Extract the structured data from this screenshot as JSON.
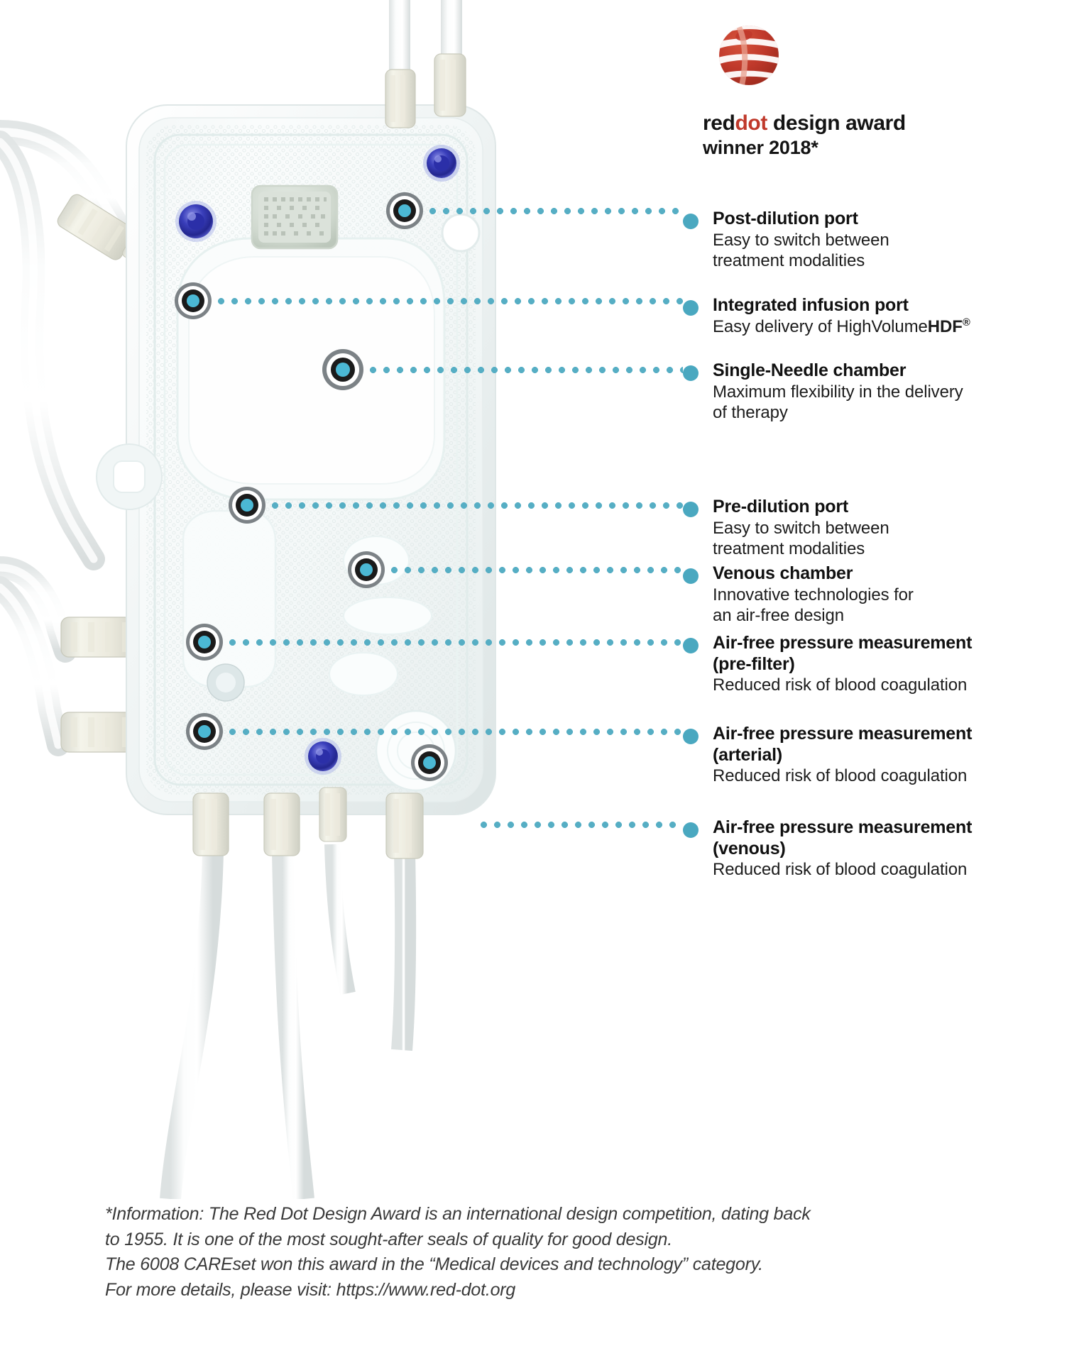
{
  "award": {
    "logo_icon": "reddot-sphere-logo",
    "title_red_prefix": "red",
    "title_red_accent": "dot",
    "title_rest": " design award",
    "subtitle": "winner 2018*",
    "accent_color": "#c0392b"
  },
  "callouts": [
    {
      "id": "post-dilution-port",
      "title": "Post-dilution port",
      "desc_lines": [
        "Easy to switch between",
        "treatment modalities"
      ]
    },
    {
      "id": "integrated-infusion-port",
      "title": "Integrated infusion port",
      "desc_lines": [
        "Easy delivery of HighVolumeHDF®"
      ],
      "desc_bold_segment": "HDF",
      "desc_superscript": "®"
    },
    {
      "id": "single-needle-chamber",
      "title": "Single-Needle chamber",
      "desc_lines": [
        "Maximum flexibility in the delivery",
        "of therapy"
      ]
    },
    {
      "id": "pre-dilution-port",
      "title": "Pre-dilution port",
      "desc_lines": [
        "Easy to switch between",
        "treatment modalities"
      ]
    },
    {
      "id": "venous-chamber",
      "title": "Venous chamber",
      "desc_lines": [
        "Innovative technologies for",
        "an air-free design"
      ]
    },
    {
      "id": "air-free-pressure-pre-filter",
      "title": "Air-free pressure measurement",
      "title_line2": "(pre-filter)",
      "desc_lines": [
        "Reduced risk of blood coagulation"
      ]
    },
    {
      "id": "air-free-pressure-arterial",
      "title": "Air-free pressure measurement",
      "title_line2": "(arterial)",
      "desc_lines": [
        "Reduced risk of blood coagulation"
      ]
    },
    {
      "id": "air-free-pressure-venous",
      "title": "Air-free pressure measurement",
      "title_line2": "(venous)",
      "desc_lines": [
        "Reduced risk of blood coagulation"
      ]
    }
  ],
  "footnote": {
    "line1": "*Information: The Red Dot Design Award is an international design competition, dating back",
    "line2": "to 1955. It is one of the most sought-after seals of quality for good design.",
    "line3": "The 6008 CAREset won this award in the “Medical devices and technology” category.",
    "line4": "For more details, please visit: https://www.red-dot.org"
  },
  "device": {
    "label": "6008 CAREset blood tubing cassette",
    "port_marker_accent": "#4bb8d4",
    "blue_port_color": "#2b2fa8",
    "leader_dot_color": "#56aec4"
  }
}
